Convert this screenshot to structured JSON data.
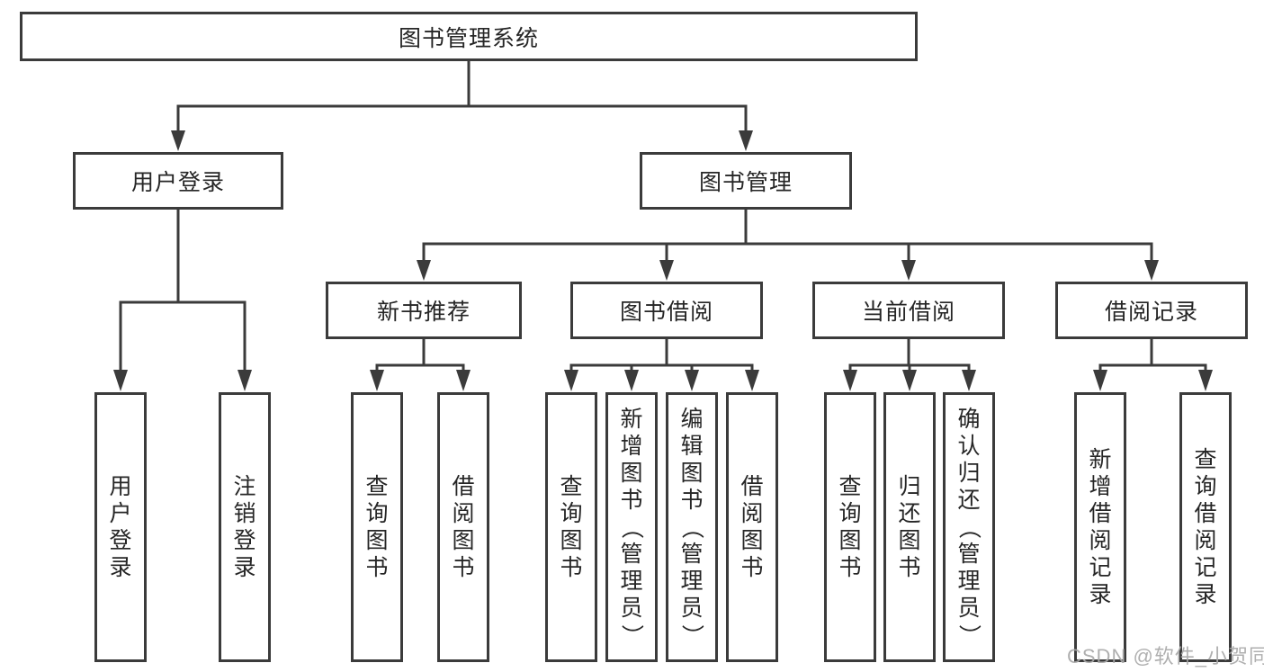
{
  "tree": {
    "root": {
      "label": "图书管理系统"
    },
    "user_login": {
      "label": "用户登录",
      "children": [
        {
          "label": "用户登录"
        },
        {
          "label": "注销登录"
        }
      ]
    },
    "book_management": {
      "label": "图书管理",
      "sections": {
        "new_book_recommend": {
          "label": "新书推荐",
          "children": [
            {
              "label": "查询图书"
            },
            {
              "label": "借阅图书"
            }
          ]
        },
        "book_borrowing": {
          "label": "图书借阅",
          "children": [
            {
              "label": "查询图书"
            },
            {
              "label": "新增图书（管理员）"
            },
            {
              "label": "编辑图书（管理员）"
            },
            {
              "label": "借阅图书"
            }
          ]
        },
        "current_borrowing": {
          "label": "当前借阅",
          "children": [
            {
              "label": "查询图书"
            },
            {
              "label": "归还图书"
            },
            {
              "label": "确认归还（管理员）"
            }
          ]
        },
        "borrowing_records": {
          "label": "借阅记录",
          "children": [
            {
              "label": "新增借阅记录"
            },
            {
              "label": "查询借阅记录"
            }
          ]
        }
      }
    }
  },
  "watermark": {
    "text": "CSDN @软件_小贺同学"
  },
  "colors": {
    "line": "#3b3b3b",
    "text": "#262626",
    "watermark": "#a9a9a9",
    "background": "#ffffff"
  }
}
